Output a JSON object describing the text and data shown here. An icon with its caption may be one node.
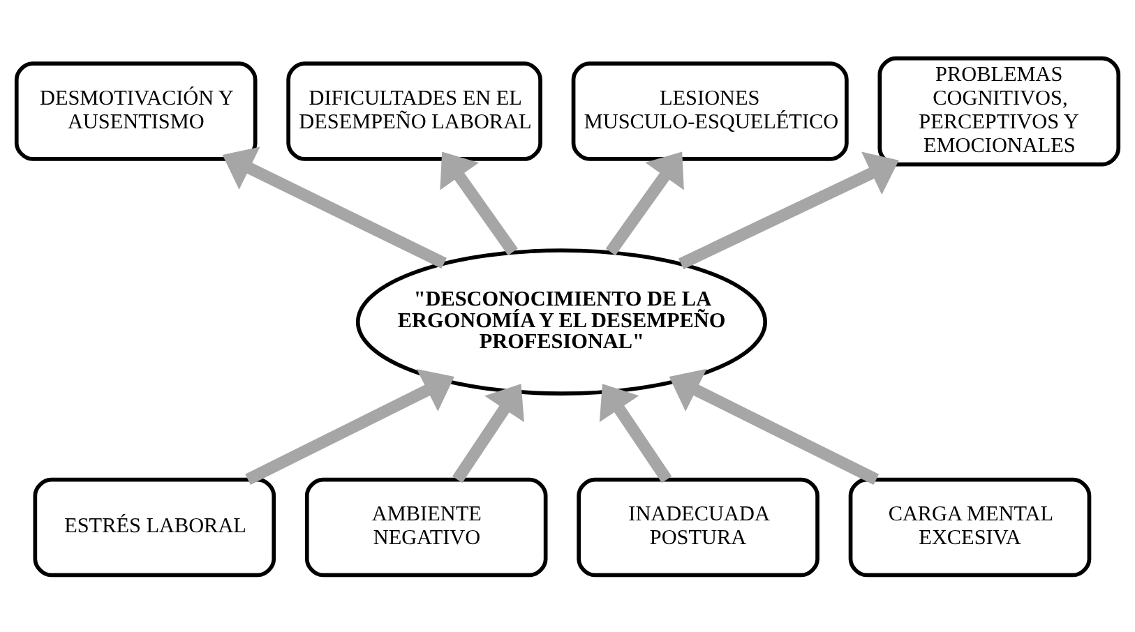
{
  "diagram": {
    "nodes": [
      {
        "text": [
          "DESMOTIVACIÓN Y AUSENTISMO"
        ]
      },
      {
        "text": [
          "DIFICULTADES EN EL DESEMPEÑO LABORAL"
        ]
      },
      {
        "text": [
          "LESIONES MUSCULO-ESQUELÉTICO"
        ]
      },
      {
        "text": [
          "PROBLEMAS COGNITIVOS, PERCEPTIVOS Y EMOCIONALES"
        ]
      },
      {
        "text": [
          "\"DESCONOCIMIENTO DE LA ERGONOMÍA Y EL DESEMPEÑO PROFESIONAL\""
        ]
      },
      {
        "text": [
          "ESTRÉS LABORAL"
        ]
      },
      {
        "text": [
          "AMBIENTE NEGATIVO"
        ]
      },
      {
        "text": [
          "INADECUADA POSTURA"
        ]
      },
      {
        "text": [
          "CARGA MENTAL EXCESIVA"
        ]
      }
    ],
    "edges": [
      {
        "from": 4,
        "to": 0,
        "arrow": "to"
      },
      {
        "from": 4,
        "to": 1,
        "arrow": "to"
      },
      {
        "from": 4,
        "to": 2,
        "arrow": "to"
      },
      {
        "from": 4,
        "to": 3,
        "arrow": "to"
      },
      {
        "from": 5,
        "to": 4,
        "arrow": "to"
      },
      {
        "from": 6,
        "to": 4,
        "arrow": "to"
      },
      {
        "from": 7,
        "to": 4,
        "arrow": "to"
      },
      {
        "from": 8,
        "to": 4,
        "arrow": "to"
      }
    ]
  }
}
